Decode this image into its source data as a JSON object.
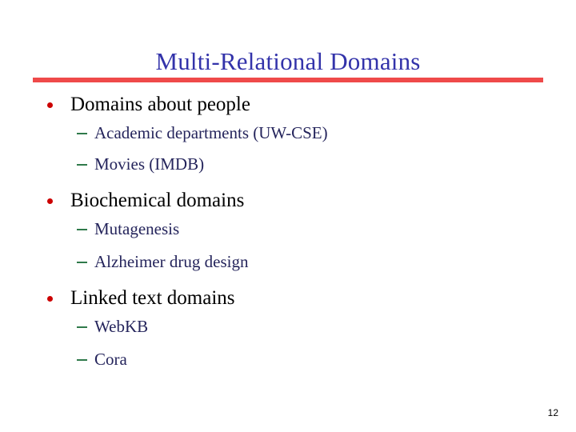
{
  "slide": {
    "title": "Multi-Relational Domains",
    "page_number": "12",
    "accent_rule_color": "#ef4a4a",
    "title_color": "#3333aa",
    "level1_bullet_color": "#cc0000",
    "level2_dash_color": "#2f7a4a",
    "level1_text_color": "#000000",
    "level2_text_color": "#25255c",
    "background_color": "#ffffff",
    "groups": [
      {
        "heading": "Domains about people",
        "items": [
          "Academic departments (UW-CSE)",
          "Movies (IMDB)"
        ]
      },
      {
        "heading": "Biochemical domains",
        "items": [
          "Mutagenesis",
          "Alzheimer drug design"
        ]
      },
      {
        "heading": "Linked text domains",
        "items": [
          "WebKB",
          "Cora"
        ]
      }
    ]
  }
}
